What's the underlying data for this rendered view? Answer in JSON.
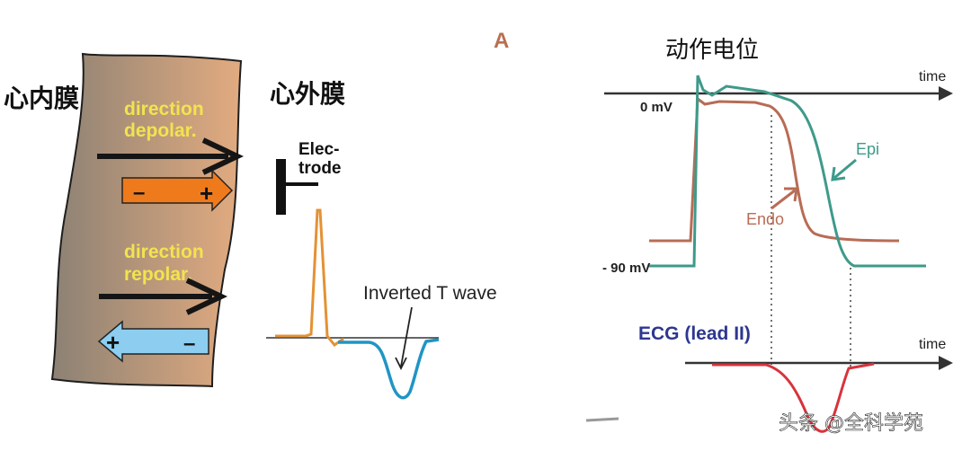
{
  "left_panel": {
    "endocardium_label": "心内膜",
    "epicardium_label": "心外膜",
    "depolarization_text": [
      "direction",
      "depolar."
    ],
    "repolarization_text": [
      "direction",
      "repolar."
    ],
    "depol_minus": "–",
    "depol_plus": "+",
    "repol_plus": "+",
    "repol_minus": "–",
    "electrode_label": [
      "Elec-",
      "trode"
    ],
    "t_wave_label": "Inverted T wave",
    "colors": {
      "tissue_dark": "#8c8174",
      "tissue_light": "#e2ab80",
      "depol_text": "#f1e44e",
      "repol_text": "#f1e44e",
      "depol_dipole": "#ee7a1c",
      "repol_dipole": "#8ccdf0",
      "qrs": "#e39234",
      "t_wave": "#2095c5"
    }
  },
  "right_panel": {
    "panel_letter": "A",
    "title": "动作电位",
    "zero_label": "0 mV",
    "minus90_label": "- 90 mV",
    "time_label_top": "time",
    "time_label_bottom": "time",
    "epi_label": "Epi",
    "endo_label": "Endo",
    "ecg_label": "ECG (lead II)",
    "colors": {
      "epi": "#3e9a8a",
      "endo": "#b86c55",
      "ecg": "#d8333c",
      "ecg_label": "#2d3790",
      "panel_letter": "#b96f4f"
    }
  },
  "watermark": "头条 @全科学苑"
}
